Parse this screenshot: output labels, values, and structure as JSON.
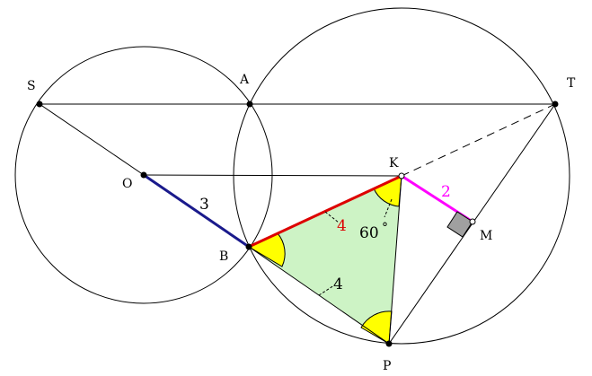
{
  "points": {
    "S": "S",
    "A": "A",
    "T": "T",
    "O": "O",
    "K": "K",
    "B": "B",
    "M": "M",
    "P": "P"
  },
  "labels": {
    "ob_length": "3",
    "bk_length": "4",
    "bp_length": "4",
    "km_length": "2",
    "angle_k": "60",
    "degree_mark": "°"
  },
  "colors": {
    "ob_segment": "#1a1a8c",
    "bk_segment": "#dd0000",
    "km_segment": "#ff00ff",
    "triangle_fill": "#cdf3c5",
    "angle_fill": "#ffff00",
    "right_angle_fill": "#a0a0a0",
    "red_text": "#dd0000",
    "magenta_text": "#ff00ff"
  }
}
